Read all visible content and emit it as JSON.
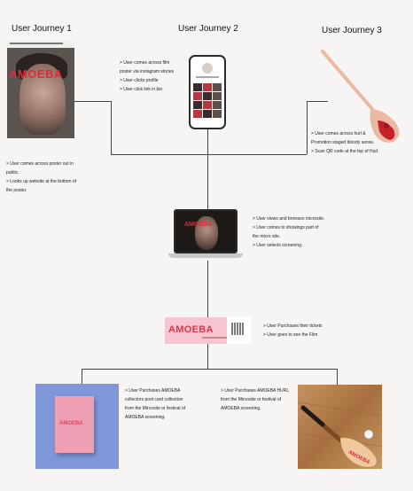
{
  "headings": {
    "journey1": "User Journey 1",
    "journey2": "User Journey 2",
    "journey3": "User Journey 3"
  },
  "journey1_notes": [
    "> User comes across poster out in",
    "public.",
    "> Looks up website at the bottom of",
    "the poster."
  ],
  "journey2_notes": [
    "> User comes across film",
    "poster via instagram stories",
    "> User clicks profile",
    "> User click link in bio"
  ],
  "journey3_notes": [
    "> User comes across hurl &",
    "Promotion staged bloody sense.",
    "> Scan QR code at the top of Hurl."
  ],
  "microsite_notes": [
    "> User views and browses microsite.",
    "> User comes to showings part of",
    "the micro site.",
    "> User selects screening."
  ],
  "ticket_notes": [
    "> User Purchases their tickets",
    "> User goes to see the Film"
  ],
  "postcard_notes": [
    "> User Purchases AMOEBA",
    "collectors post card collection",
    "from the Mircosite or festival of",
    "AMOEBA screening."
  ],
  "hurl_notes": [
    "> User Purchases AMOEBA HURL",
    "from the Mircosite or festival of",
    "AMOEBA screening."
  ],
  "brand": "AMOEBA",
  "colors": {
    "brand_red": "#e02a3a",
    "ticket_pink": "#f6c5cf",
    "postcard_blue": "#7e97d8",
    "line": "#444444"
  }
}
